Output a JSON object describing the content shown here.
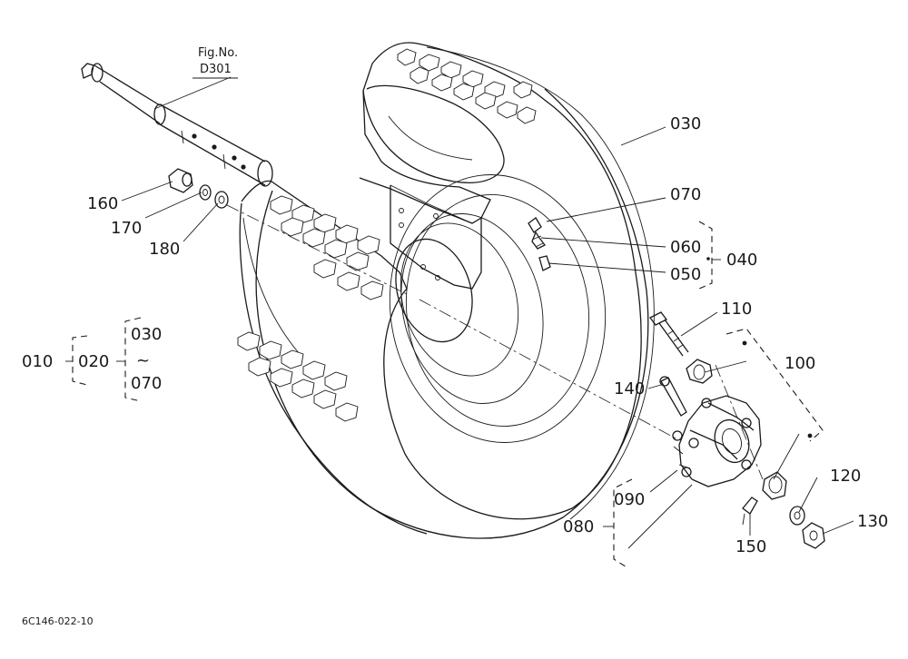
{
  "figure_ref": {
    "line1": "Fig.No.",
    "line2": "D301"
  },
  "drawing_code": "6C146-022-10",
  "tilde": "~",
  "parts": {
    "p010": "010",
    "p020": "020",
    "p030a": "030",
    "p070a": "070",
    "p030": "030",
    "p070": "070",
    "p060": "060",
    "p050": "050",
    "p040": "040",
    "p110": "110",
    "p100": "100",
    "p140": "140",
    "p120": "120",
    "p130": "130",
    "p090": "090",
    "p080": "080",
    "p150": "150",
    "p160": "160",
    "p170": "170",
    "p180": "180"
  }
}
